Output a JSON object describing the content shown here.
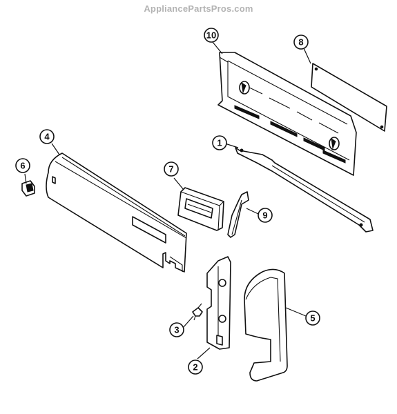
{
  "watermark": "AppliancePartsPros.com",
  "callouts": [
    {
      "id": "10",
      "label": "10"
    },
    {
      "id": "8",
      "label": "8"
    },
    {
      "id": "1",
      "label": "1"
    },
    {
      "id": "4",
      "label": "4"
    },
    {
      "id": "6",
      "label": "6"
    },
    {
      "id": "7",
      "label": "7"
    },
    {
      "id": "9",
      "label": "9"
    },
    {
      "id": "3",
      "label": "3"
    },
    {
      "id": "2",
      "label": "2"
    },
    {
      "id": "5",
      "label": "5"
    }
  ]
}
